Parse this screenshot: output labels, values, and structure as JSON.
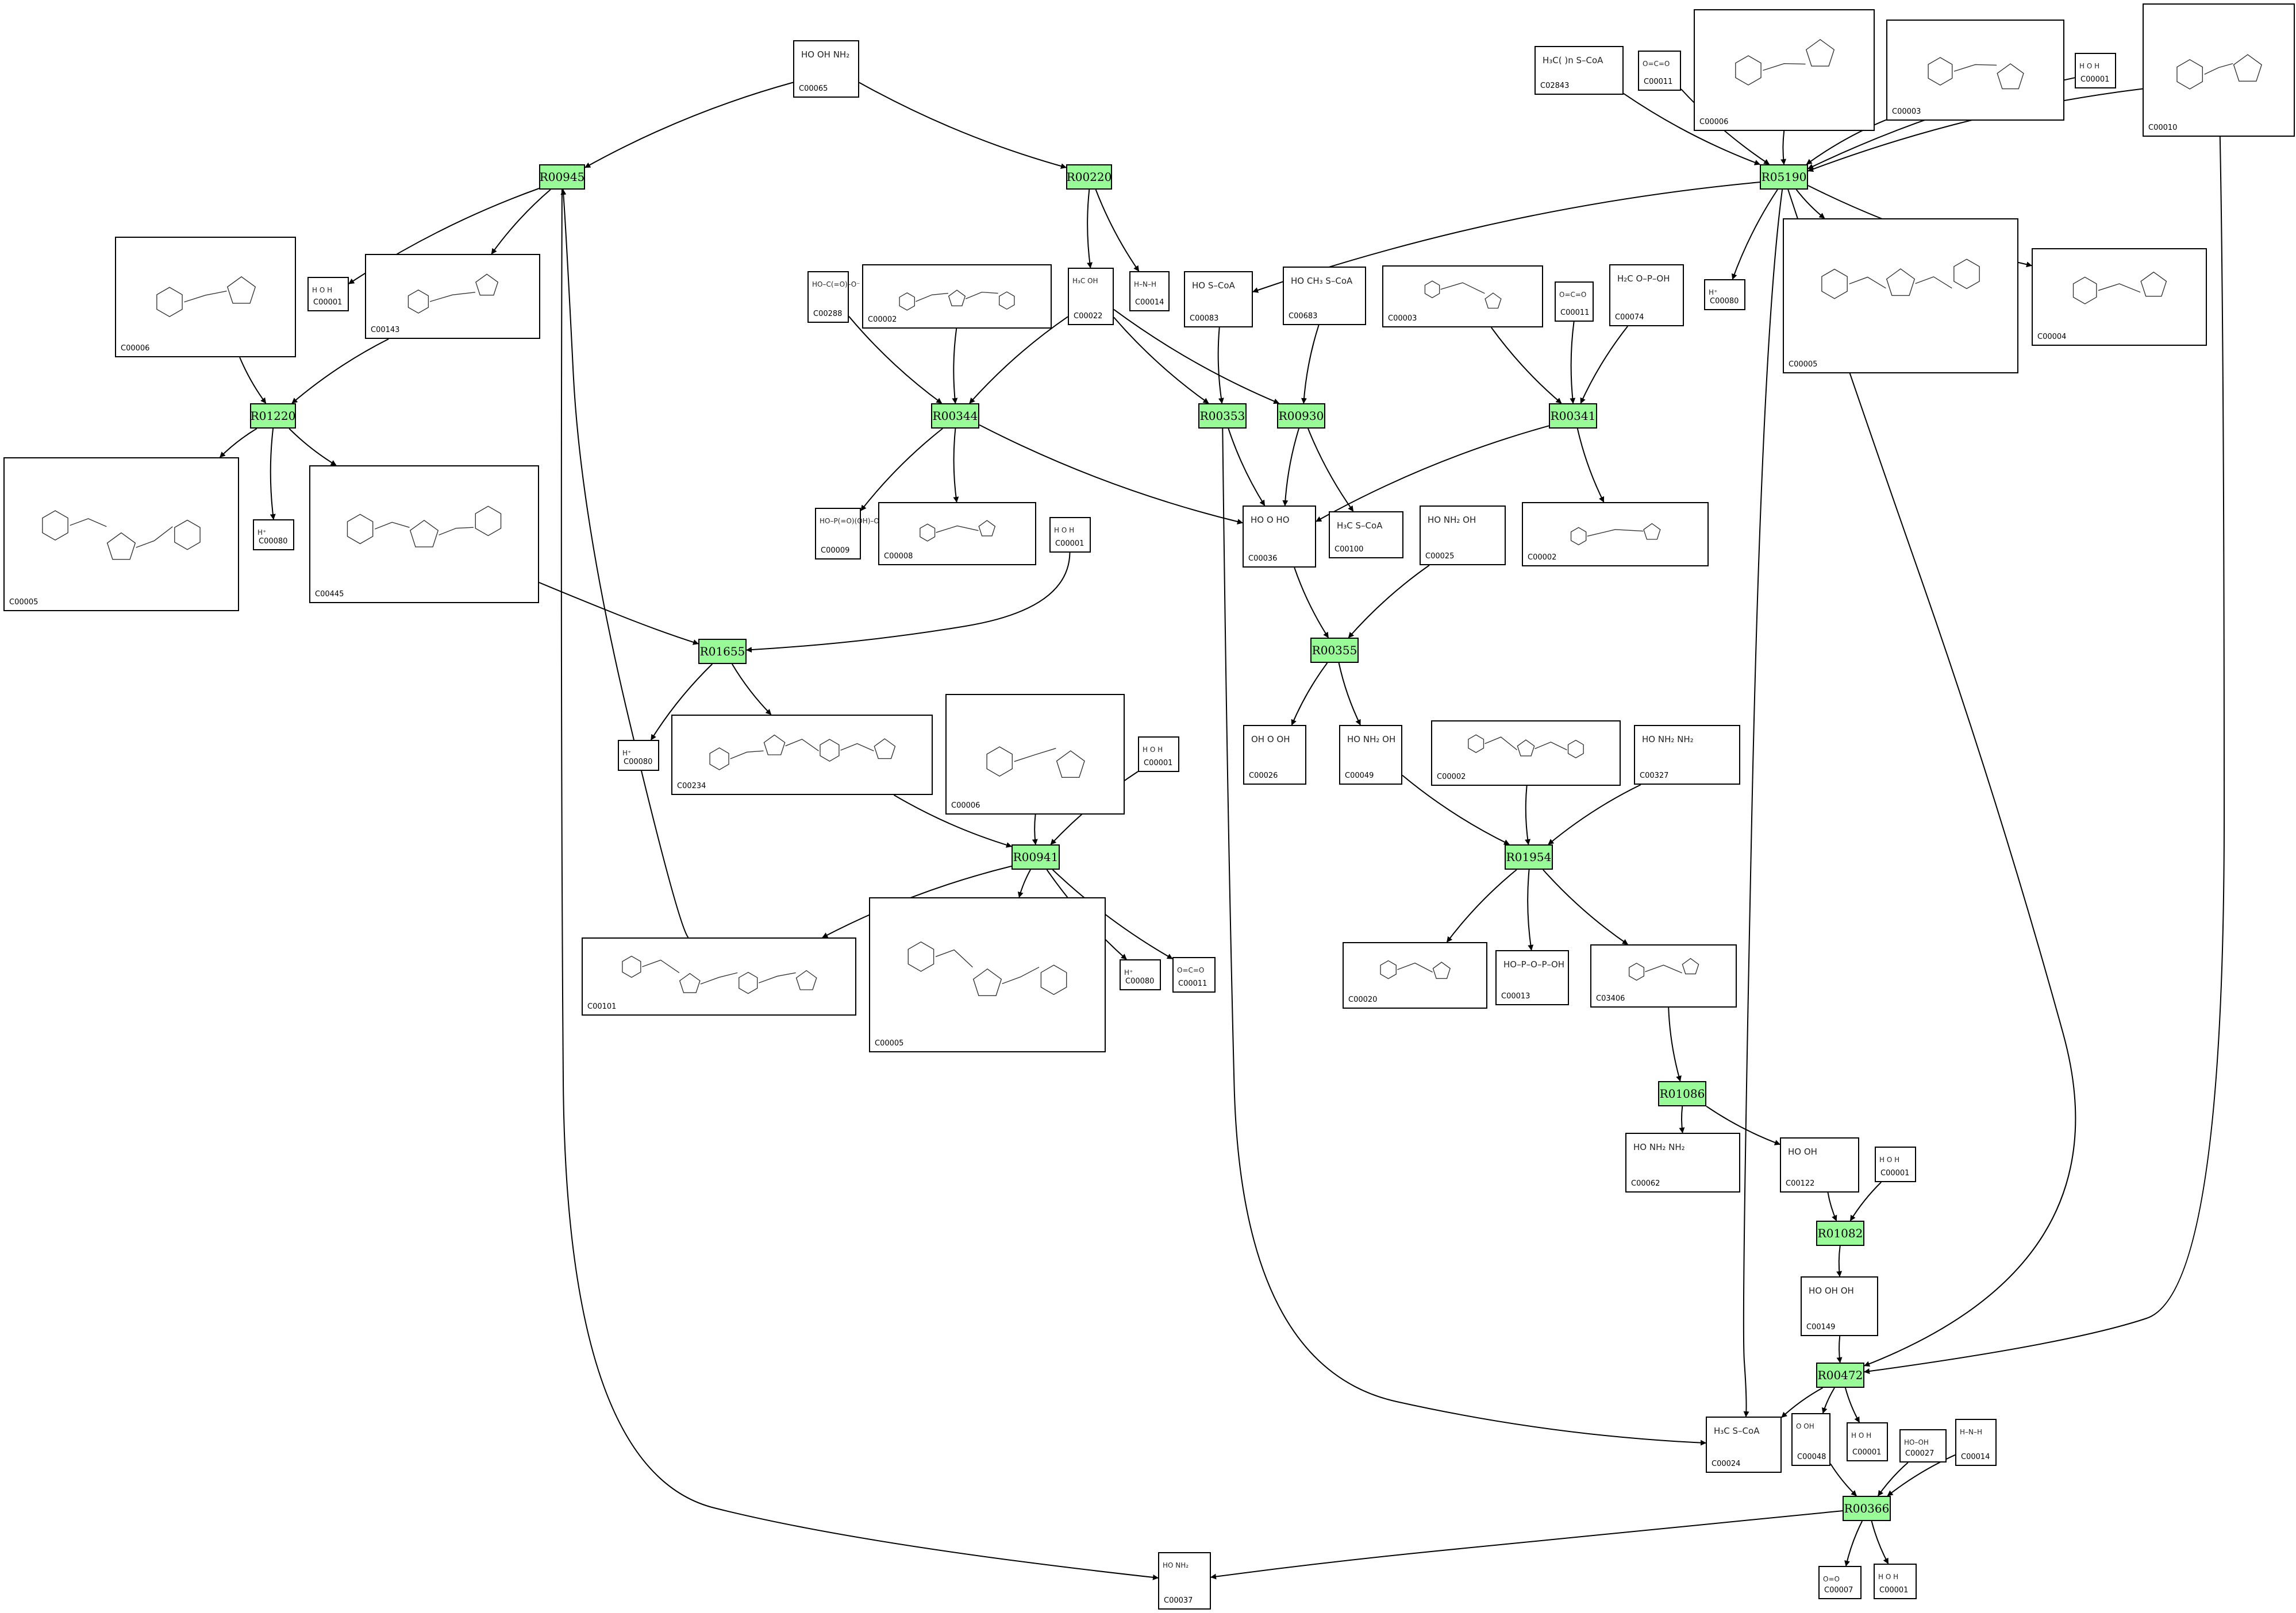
{
  "colors": {
    "reaction_fill": "#98fb98",
    "stroke": "#000000",
    "compound_fill": "#ffffff"
  },
  "reactions": [
    {
      "id": "R00945",
      "label": "R00945"
    },
    {
      "id": "R00220",
      "label": "R00220"
    },
    {
      "id": "R05190",
      "label": "R05190"
    },
    {
      "id": "R01220",
      "label": "R01220"
    },
    {
      "id": "R00344",
      "label": "R00344"
    },
    {
      "id": "R00353",
      "label": "R00353"
    },
    {
      "id": "R00930",
      "label": "R00930"
    },
    {
      "id": "R00341",
      "label": "R00341"
    },
    {
      "id": "R00355",
      "label": "R00355"
    },
    {
      "id": "R01655",
      "label": "R01655"
    },
    {
      "id": "R00941",
      "label": "R00941"
    },
    {
      "id": "R01954",
      "label": "R01954"
    },
    {
      "id": "R01086",
      "label": "R01086"
    },
    {
      "id": "R01082",
      "label": "R01082"
    },
    {
      "id": "R00472",
      "label": "R00472"
    },
    {
      "id": "R00366",
      "label": "R00366"
    }
  ],
  "compounds": [
    {
      "id": "c_C00065",
      "code": "C00065",
      "formula": "HO  OH  NH₂"
    },
    {
      "id": "c_C02843",
      "code": "C02843",
      "formula": "H₃C(  )n S–CoA"
    },
    {
      "id": "c_C00011_a",
      "code": "C00011",
      "formula": "O=C=O"
    },
    {
      "id": "c_C00006_top",
      "code": "C00006",
      "formula": ""
    },
    {
      "id": "c_C00003_top",
      "code": "C00003",
      "formula": ""
    },
    {
      "id": "c_C00001_top",
      "code": "C00001",
      "formula": "H  O  H"
    },
    {
      "id": "c_C00010_top",
      "code": "C00010",
      "formula": ""
    },
    {
      "id": "c_C00006_left",
      "code": "C00006",
      "formula": ""
    },
    {
      "id": "c_C00001_l",
      "code": "C00001",
      "formula": "H  O  H"
    },
    {
      "id": "c_C00143",
      "code": "C00143",
      "formula": ""
    },
    {
      "id": "c_C00288",
      "code": "C00288",
      "formula": "HO–C(=O)–O⁻"
    },
    {
      "id": "c_C00002_a",
      "code": "C00002",
      "formula": ""
    },
    {
      "id": "c_C00022",
      "code": "C00022",
      "formula": "H₃C  OH"
    },
    {
      "id": "c_C00014_a",
      "code": "C00014",
      "formula": "H–N–H"
    },
    {
      "id": "c_C00083",
      "code": "C00083",
      "formula": "HO  S–CoA"
    },
    {
      "id": "c_C00683",
      "code": "C00683",
      "formula": "HO  CH₃  S–CoA"
    },
    {
      "id": "c_C00003_mid",
      "code": "C00003",
      "formula": ""
    },
    {
      "id": "c_C00011_b",
      "code": "C00011",
      "formula": "O=C=O"
    },
    {
      "id": "c_C00074",
      "code": "C00074",
      "formula": "H₂C  O–P–OH"
    },
    {
      "id": "c_C00080_a",
      "code": "C00080",
      "formula": "H⁺"
    },
    {
      "id": "c_C00005_r",
      "code": "C00005",
      "formula": ""
    },
    {
      "id": "c_C00004",
      "code": "C00004",
      "formula": ""
    },
    {
      "id": "c_C00005_l",
      "code": "C00005",
      "formula": ""
    },
    {
      "id": "c_C00080_b",
      "code": "C00080",
      "formula": "H⁺"
    },
    {
      "id": "c_C00445",
      "code": "C00445",
      "formula": ""
    },
    {
      "id": "c_C00009",
      "code": "C00009",
      "formula": "HO–P(=O)(OH)–OH"
    },
    {
      "id": "c_C00008",
      "code": "C00008",
      "formula": ""
    },
    {
      "id": "c_C00001_m",
      "code": "C00001",
      "formula": "H  O  H"
    },
    {
      "id": "c_C00036",
      "code": "C00036",
      "formula": "HO  O  HO"
    },
    {
      "id": "c_C00100",
      "code": "C00100",
      "formula": "H₃C  S–CoA"
    },
    {
      "id": "c_C00025",
      "code": "C00025",
      "formula": "HO  NH₂  OH"
    },
    {
      "id": "c_C00002_b",
      "code": "C00002",
      "formula": ""
    },
    {
      "id": "c_C00080_c",
      "code": "C00080",
      "formula": "H⁺"
    },
    {
      "id": "c_C00234",
      "code": "C00234",
      "formula": ""
    },
    {
      "id": "c_C00006_mid",
      "code": "C00006",
      "formula": ""
    },
    {
      "id": "c_C00001_n",
      "code": "C00001",
      "formula": "H  O  H"
    },
    {
      "id": "c_C00026",
      "code": "C00026",
      "formula": "OH  O  OH"
    },
    {
      "id": "c_C00049",
      "code": "C00049",
      "formula": "HO  NH₂  OH"
    },
    {
      "id": "c_C00002_c",
      "code": "C00002",
      "formula": ""
    },
    {
      "id": "c_C00327",
      "code": "C00327",
      "formula": "HO  NH₂  NH₂"
    },
    {
      "id": "c_C00101",
      "code": "C00101",
      "formula": ""
    },
    {
      "id": "c_C00005_b",
      "code": "C00005",
      "formula": ""
    },
    {
      "id": "c_C00080_d",
      "code": "C00080",
      "formula": "H⁺"
    },
    {
      "id": "c_C00011_c",
      "code": "C00011",
      "formula": "O=C=O"
    },
    {
      "id": "c_C00020",
      "code": "C00020",
      "formula": ""
    },
    {
      "id": "c_C00013",
      "code": "C00013",
      "formula": "HO–P–O–P–OH"
    },
    {
      "id": "c_C03406",
      "code": "C03406",
      "formula": ""
    },
    {
      "id": "c_C00062",
      "code": "C00062",
      "formula": "HO  NH₂  NH₂"
    },
    {
      "id": "c_C00122",
      "code": "C00122",
      "formula": "HO  OH"
    },
    {
      "id": "c_C00001_o",
      "code": "C00001",
      "formula": "H  O  H"
    },
    {
      "id": "c_C00149",
      "code": "C00149",
      "formula": "HO  OH  OH"
    },
    {
      "id": "c_C00024",
      "code": "C00024",
      "formula": "H₃C  S–CoA"
    },
    {
      "id": "c_C00048",
      "code": "C00048",
      "formula": "O  OH"
    },
    {
      "id": "c_C00001_p",
      "code": "C00001",
      "formula": "H  O  H"
    },
    {
      "id": "c_C00027",
      "code": "C00027",
      "formula": "HO–OH"
    },
    {
      "id": "c_C00014_b",
      "code": "C00014",
      "formula": "H–N–H"
    },
    {
      "id": "c_C00037",
      "code": "C00037",
      "formula": "HO  NH₂"
    },
    {
      "id": "c_C00007",
      "code": "C00007",
      "formula": "O=O"
    },
    {
      "id": "c_C00001_q",
      "code": "C00001",
      "formula": "H  O  H"
    }
  ],
  "edges": [
    [
      "c_C00065",
      "R00945"
    ],
    [
      "c_C00065",
      "R00220"
    ],
    [
      "R00945",
      "c_C00001_l"
    ],
    [
      "R00945",
      "c_C00143"
    ],
    [
      "R00220",
      "c_C00022"
    ],
    [
      "R00220",
      "c_C00014_a"
    ],
    [
      "c_C02843",
      "R05190"
    ],
    [
      "c_C00011_a",
      "R05190"
    ],
    [
      "c_C00006_top",
      "R05190"
    ],
    [
      "c_C00003_top",
      "R05190"
    ],
    [
      "c_C00001_top",
      "R05190"
    ],
    [
      "c_C00010_top",
      "R05190"
    ],
    [
      "R05190",
      "c_C00083"
    ],
    [
      "R05190",
      "c_C00080_a"
    ],
    [
      "R05190",
      "c_C00005_r"
    ],
    [
      "R05190",
      "c_C00004"
    ],
    [
      "R05190",
      "c_C00024"
    ],
    [
      "c_C00006_left",
      "R01220"
    ],
    [
      "c_C00143",
      "R01220"
    ],
    [
      "R01220",
      "c_C00005_l"
    ],
    [
      "R01220",
      "c_C00080_b"
    ],
    [
      "R01220",
      "c_C00445"
    ],
    [
      "c_C00288",
      "R00344"
    ],
    [
      "c_C00002_a",
      "R00344"
    ],
    [
      "c_C00022",
      "R00344"
    ],
    [
      "c_C00022",
      "R00353"
    ],
    [
      "c_C00022",
      "R00930"
    ],
    [
      "R00344",
      "c_C00009"
    ],
    [
      "R00344",
      "c_C00008"
    ],
    [
      "R00344",
      "c_C00036"
    ],
    [
      "c_C00083",
      "R00353"
    ],
    [
      "R00353",
      "c_C00036"
    ],
    [
      "R00353",
      "c_C00024"
    ],
    [
      "c_C00683",
      "R00930"
    ],
    [
      "R00930",
      "c_C00036"
    ],
    [
      "R00930",
      "c_C00100"
    ],
    [
      "c_C00003_mid",
      "R00341"
    ],
    [
      "c_C00011_b",
      "R00341"
    ],
    [
      "c_C00074",
      "R00341"
    ],
    [
      "R00341",
      "c_C00036"
    ],
    [
      "R00341",
      "c_C00002_b"
    ],
    [
      "c_C00036",
      "R00355"
    ],
    [
      "c_C00025",
      "R00355"
    ],
    [
      "R00355",
      "c_C00026"
    ],
    [
      "R00355",
      "c_C00049"
    ],
    [
      "c_C00445",
      "R01655"
    ],
    [
      "c_C00001_m",
      "R01655"
    ],
    [
      "R01655",
      "c_C00080_c"
    ],
    [
      "R01655",
      "c_C00234"
    ],
    [
      "c_C00234",
      "R00941"
    ],
    [
      "c_C00006_mid",
      "R00941"
    ],
    [
      "c_C00001_n",
      "R00941"
    ],
    [
      "R00941",
      "c_C00101"
    ],
    [
      "R00941",
      "c_C00005_b"
    ],
    [
      "R00941",
      "c_C00080_d"
    ],
    [
      "R00941",
      "c_C00011_c"
    ],
    [
      "c_C00101",
      "R00945"
    ],
    [
      "c_C00049",
      "R01954"
    ],
    [
      "c_C00002_c",
      "R01954"
    ],
    [
      "c_C00327",
      "R01954"
    ],
    [
      "R01954",
      "c_C00020"
    ],
    [
      "R01954",
      "c_C00013"
    ],
    [
      "R01954",
      "c_C03406"
    ],
    [
      "c_C03406",
      "R01086"
    ],
    [
      "R01086",
      "c_C00062"
    ],
    [
      "R01086",
      "c_C00122"
    ],
    [
      "c_C00122",
      "R01082"
    ],
    [
      "c_C00001_o",
      "R01082"
    ],
    [
      "R01082",
      "c_C00149"
    ],
    [
      "c_C00149",
      "R00472"
    ],
    [
      "c_C00010_top",
      "R00472"
    ],
    [
      "R05190",
      "R00472"
    ],
    [
      "R00472",
      "c_C00024"
    ],
    [
      "R00472",
      "c_C00048"
    ],
    [
      "R00472",
      "c_C00001_p"
    ],
    [
      "c_C00048",
      "R00366"
    ],
    [
      "c_C00027",
      "R00366"
    ],
    [
      "c_C00014_b",
      "R00366"
    ],
    [
      "R00366",
      "c_C00037"
    ],
    [
      "R00366",
      "c_C00007"
    ],
    [
      "R00366",
      "c_C00001_q"
    ],
    [
      "R00945",
      "c_C00037"
    ]
  ]
}
